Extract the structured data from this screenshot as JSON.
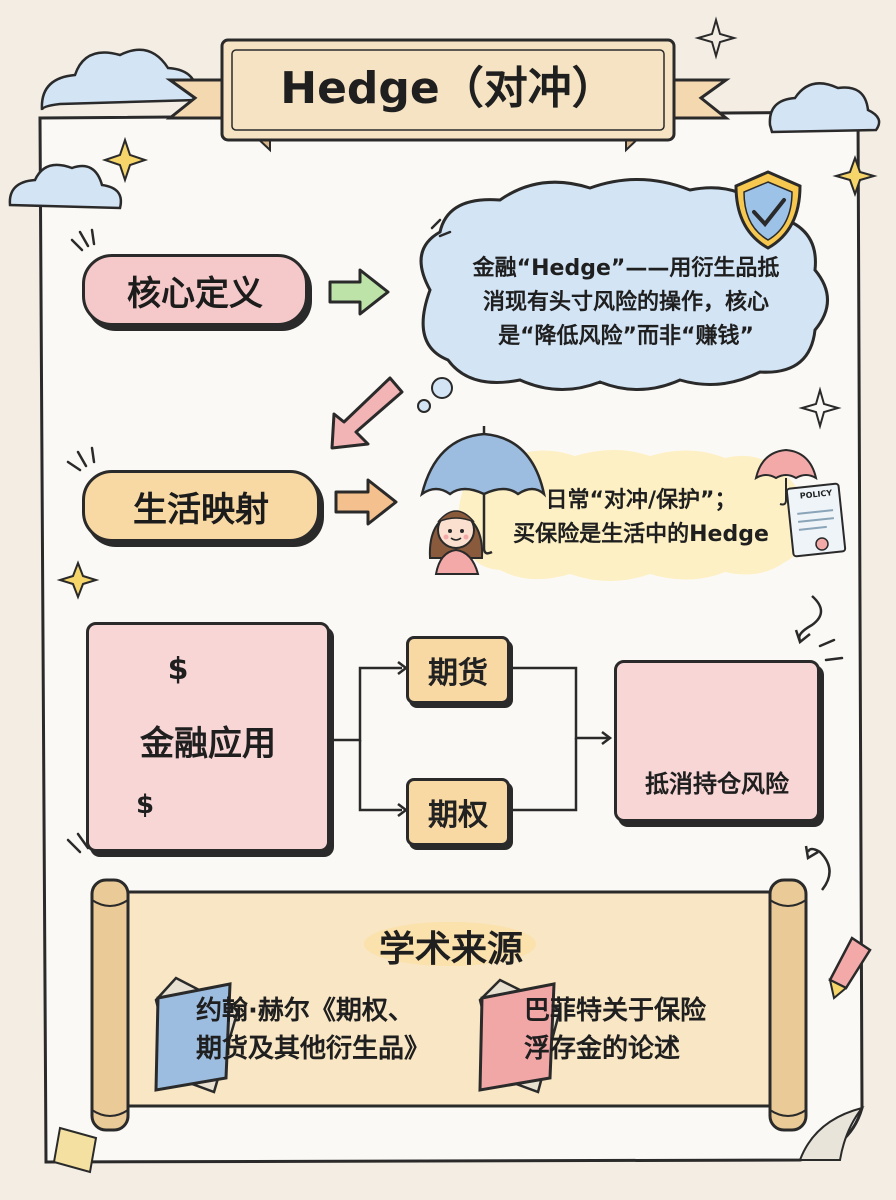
{
  "title": "Hedge（对冲）",
  "definition": {
    "label": "核心定义",
    "lines": [
      "金融“Hedge”——用衍生品抵",
      "消现有头寸风险的操作，核心",
      "是“降低风险”而非“赚钱”"
    ]
  },
  "life": {
    "label": "生活映射",
    "lines": [
      "日常“对冲/保护”；",
      "买保险是生活中的Hedge"
    ],
    "policy_text": "POLICY"
  },
  "finance": {
    "label": "金融应用",
    "futures": "期货",
    "options": "期权",
    "result": "抵消持仓风险"
  },
  "sources": {
    "heading": "学术来源",
    "book1": [
      "约翰·赫尔《期权、",
      "期货及其他衍生品》"
    ],
    "book2": [
      "巴菲特关于保险",
      "浮存金的论述"
    ]
  },
  "icons": [
    "shield-check-icon",
    "umbrella-girl-icon",
    "umbrella-icon",
    "policy-document-icon",
    "dollar-coin-icon",
    "bar-chart-icon",
    "balance-scale-icon",
    "book-icon",
    "pencil-icon",
    "sparkle-icon",
    "cloud-icon",
    "scroll-icon"
  ],
  "colors": {
    "background": "#f3ede4",
    "paper": "#fbf9f5",
    "pink": "#f5c9c9",
    "orange": "#f9d9a3",
    "blue_cloud": "#d3e4f5",
    "yellow_cloud": "#fdf0c4",
    "green_arrow": "#bde3a8",
    "pink_arrow": "#f2b4b4",
    "orange_arrow": "#f4c08d"
  }
}
